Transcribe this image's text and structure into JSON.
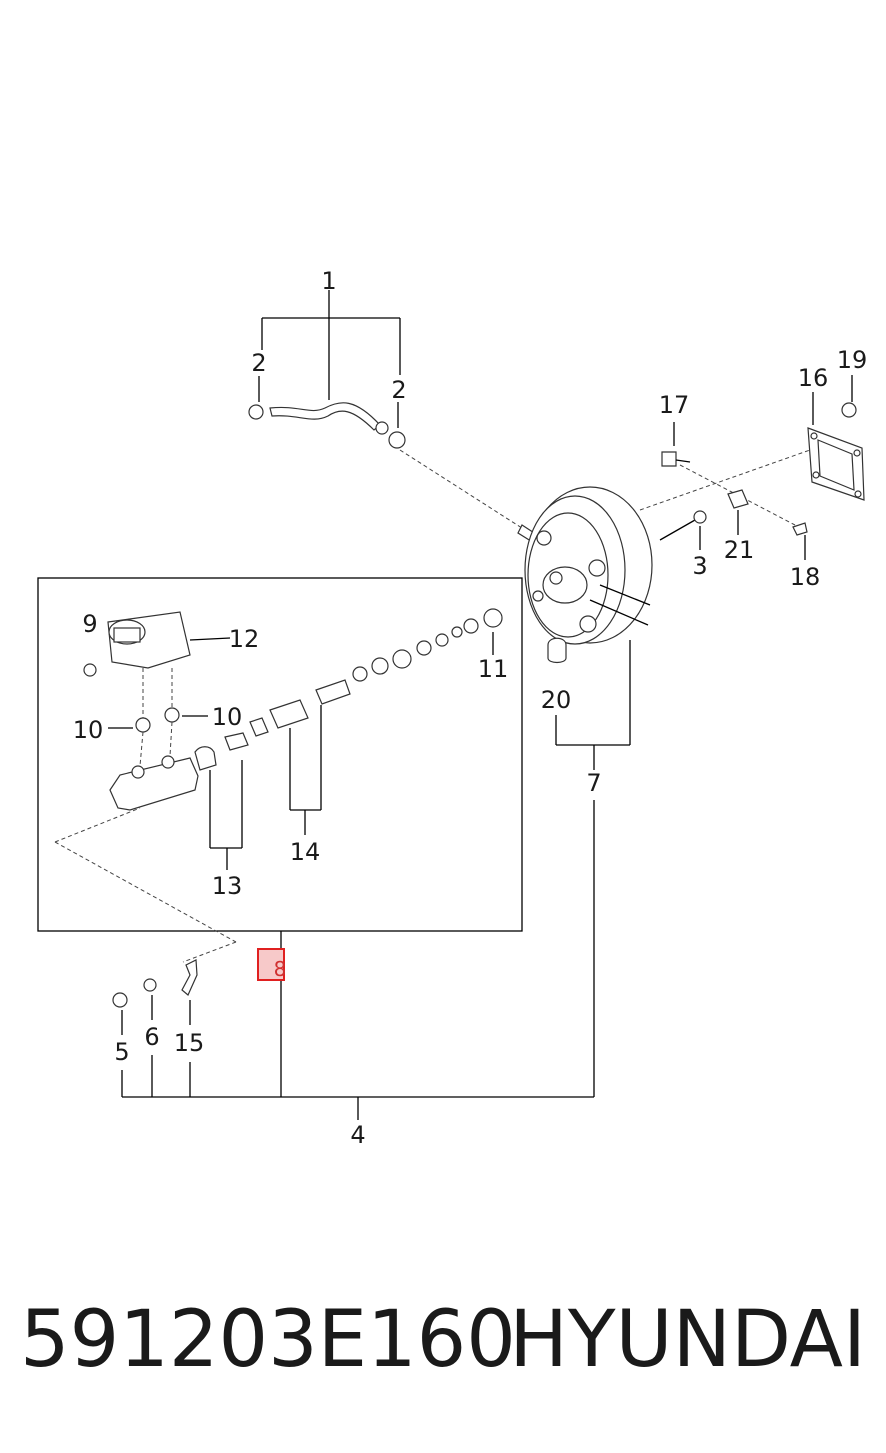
{
  "callouts": {
    "c1": "1",
    "c2a": "2",
    "c2b": "2",
    "c3": "3",
    "c4": "4",
    "c5": "5",
    "c6": "6",
    "c7": "7",
    "c8": "8",
    "c9": "9",
    "c10a": "10",
    "c10b": "10",
    "c11": "11",
    "c12": "12",
    "c13": "13",
    "c14": "14",
    "c15": "15",
    "c16": "16",
    "c17": "17",
    "c18": "18",
    "c19": "19",
    "c20": "20",
    "c21": "21"
  },
  "highlight_color": "#e02020",
  "footer": {
    "part_number": "591203E160",
    "brand": "HYUNDAI"
  }
}
